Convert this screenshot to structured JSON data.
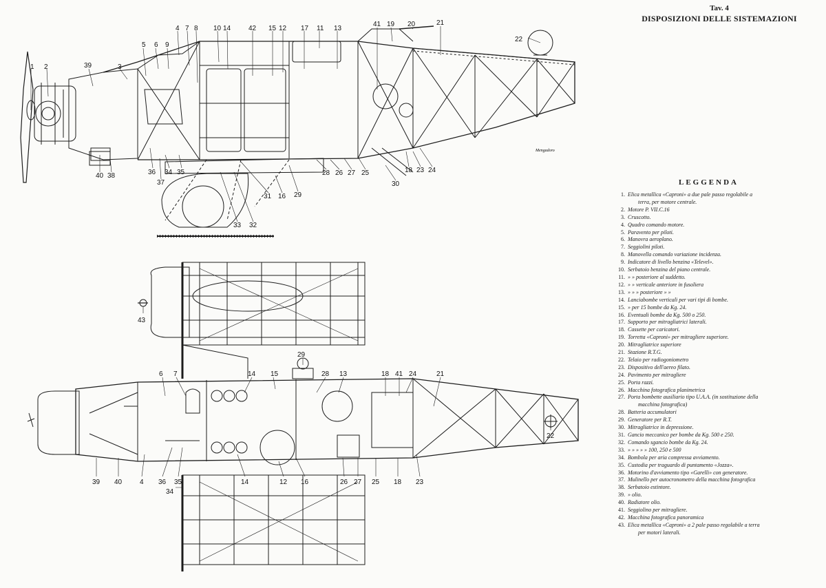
{
  "header": {
    "plate": "Tav. 4",
    "title": "DISPOSIZIONI DELLE SISTEMAZIONI"
  },
  "legend": {
    "title": "LEGGENDA",
    "items": [
      {
        "num": "1.",
        "text": "Elica metallica «Caproni» a due pale passo regolabile a"
      },
      {
        "num": "",
        "text": "terra, per motore centrale."
      },
      {
        "num": "2.",
        "text": "Motore P. VII.C.16"
      },
      {
        "num": "3.",
        "text": "Cruscotto."
      },
      {
        "num": "4.",
        "text": "Quadro comando motore."
      },
      {
        "num": "5.",
        "text": "Paravento per piloti."
      },
      {
        "num": "6.",
        "text": "Manovra aeroplano."
      },
      {
        "num": "7.",
        "text": "Seggiolini piloti."
      },
      {
        "num": "8.",
        "text": "Manovella comando variazione incidenza."
      },
      {
        "num": "9.",
        "text": "Indicatore di livello benzina «Televel»."
      },
      {
        "num": "10.",
        "text": "Serbatoio benzina del piano centrale."
      },
      {
        "num": "11.",
        "text": "»          »      posteriore al suddetto."
      },
      {
        "num": "12.",
        "text": "»          »      verticale anteriore in fusoliera"
      },
      {
        "num": "13.",
        "text": "»          »          »      posteriore  »      »"
      },
      {
        "num": "14.",
        "text": "Lanciabombe verticali per vari tipi di bombe."
      },
      {
        "num": "15.",
        "text": "»          per 15 bombe da Kg. 24."
      },
      {
        "num": "16.",
        "text": "Eventuali bombe da Kg. 500 o 250."
      },
      {
        "num": "17.",
        "text": "Supporto per mitragliatrici laterali."
      },
      {
        "num": "18.",
        "text": "Cassette per caricatori."
      },
      {
        "num": "19.",
        "text": "Torretta «Caproni» per mitragliere superiore."
      },
      {
        "num": "20.",
        "text": "Mitragliatrice superiore"
      },
      {
        "num": "21.",
        "text": "Stazione R.T.G."
      },
      {
        "num": "22.",
        "text": "Telaio per radiogoniometro"
      },
      {
        "num": "23.",
        "text": "Dispositivo dell'aereo filato."
      },
      {
        "num": "24.",
        "text": "Pavimento per mitragliere"
      },
      {
        "num": "25.",
        "text": "Porta razzi."
      },
      {
        "num": "26.",
        "text": "Macchina fotografica planimetrica"
      },
      {
        "num": "27.",
        "text": "Porta bombette ausiliario tipo U.A.A. (in sostituzione della"
      },
      {
        "num": "",
        "text": "macchina fotografica)"
      },
      {
        "num": "28.",
        "text": "Batteria accumulatori"
      },
      {
        "num": "29.",
        "text": "Generatore per R.T."
      },
      {
        "num": "30.",
        "text": "Mitragliatrice in depressione."
      },
      {
        "num": "31.",
        "text": "Gancio meccanico per bombe da Kg. 500 e 250."
      },
      {
        "num": "32.",
        "text": "Comando sgancio bombe da Kg. 24."
      },
      {
        "num": "33.",
        "text": "»          »          »      »  »  100, 250 e 500"
      },
      {
        "num": "34.",
        "text": "Bombola per aria compressa avviamento."
      },
      {
        "num": "35.",
        "text": "Custodia per traguardo di puntamento «Jozza»."
      },
      {
        "num": "36.",
        "text": "Motorino d'avviamento tipo «Garelli» con generatore."
      },
      {
        "num": "37.",
        "text": "Mulinello per autocronometro della macchina fotografica"
      },
      {
        "num": "38.",
        "text": "Serbatoio estintore."
      },
      {
        "num": "39.",
        "text": "»          olio."
      },
      {
        "num": "40.",
        "text": "Radiatore olio."
      },
      {
        "num": "41.",
        "text": "Seggiolino per mitragliere."
      },
      {
        "num": "42.",
        "text": "Macchina fotografica panoramica"
      },
      {
        "num": "43.",
        "text": "Elica metallica «Caproni» a 2 pale passo regolabile a terra"
      },
      {
        "num": "",
        "text": "per motori laterali."
      }
    ]
  },
  "side_view": {
    "callouts_top": [
      "1",
      "2",
      "39",
      "3",
      "5",
      "6",
      "9",
      "4",
      "7",
      "8",
      "10",
      "14",
      "42",
      "15",
      "12",
      "17",
      "11",
      "13",
      "41",
      "19",
      "20",
      "21",
      "22"
    ],
    "callouts_bottom": [
      "40",
      "38",
      "36",
      "34",
      "35",
      "37",
      "31",
      "16",
      "29",
      "33",
      "32",
      "28",
      "26",
      "27",
      "25",
      "18",
      "23",
      "24",
      "30"
    ],
    "signature": "Mengadoro"
  },
  "plan_view": {
    "callouts_top": [
      "43",
      "29",
      "6",
      "7",
      "14",
      "15",
      "28",
      "13",
      "18",
      "41",
      "24",
      "21"
    ],
    "callouts_bottom": [
      "39",
      "40",
      "4",
      "36",
      "35",
      "34",
      "14",
      "12",
      "16",
      "26",
      "27",
      "25",
      "18",
      "23",
      "22"
    ]
  }
}
